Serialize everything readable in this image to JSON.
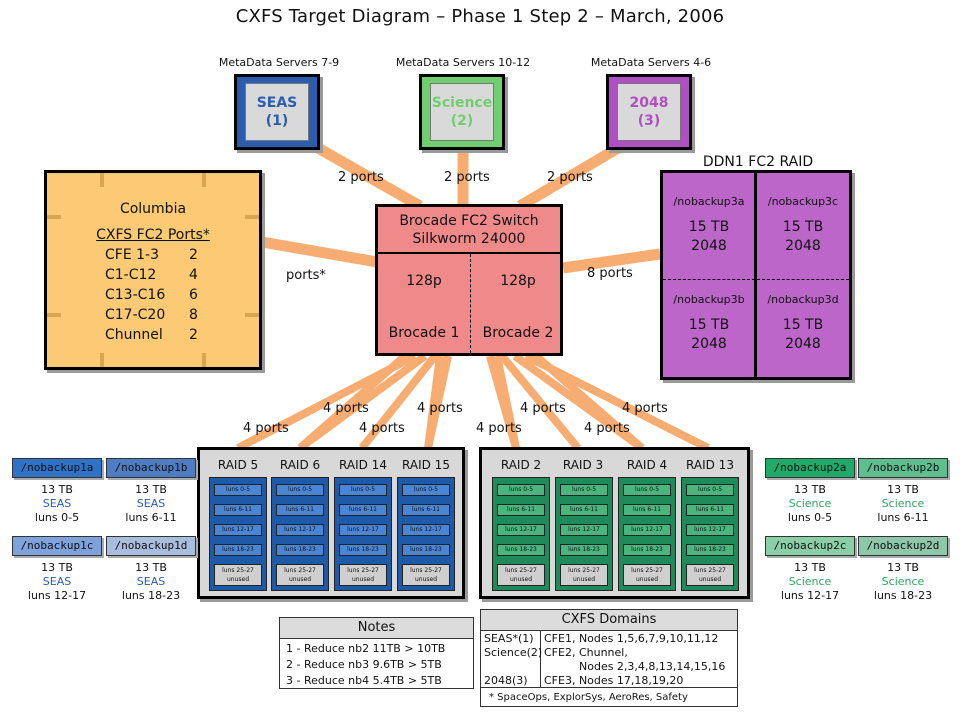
{
  "title": "CXFS Target Diagram – Phase 1 Step 2 – March, 2006",
  "metadata_servers": [
    {
      "label": "MetaData Servers 7-9",
      "name": "SEAS",
      "num": "(1)",
      "color": "#2a5db0"
    },
    {
      "label": "MetaData Servers 10-12",
      "name": "Science",
      "num": "(2)",
      "color": "#6fcf6f"
    },
    {
      "label": "MetaData Servers 4-6",
      "name": "2048",
      "num": "(3)",
      "color": "#b04fc4"
    }
  ],
  "link_labels": {
    "mds": [
      "2 ports",
      "2 ports",
      "2 ports"
    ],
    "columbia": "ports*",
    "ddn": "8 ports",
    "raid_lower": [
      "4 ports",
      "4 ports",
      "4 ports",
      "4 ports"
    ],
    "raid_upper": [
      "4 ports",
      "4 ports",
      "4 ports",
      "4 ports"
    ]
  },
  "columbia": {
    "title": "Columbia",
    "subtitle": "CXFS FC2 Ports*",
    "rows": [
      {
        "name": "CFE 1-3",
        "value": "2"
      },
      {
        "name": "C1-C12",
        "value": "4"
      },
      {
        "name": "C13-C16",
        "value": "6"
      },
      {
        "name": "C17-C20",
        "value": "8"
      },
      {
        "name": "Chunnel",
        "value": "2"
      }
    ]
  },
  "switch": {
    "title1": "Brocade FC2 Switch",
    "title2": "Silkworm 24000",
    "left_ports": "128p",
    "right_ports": "128p",
    "left_name": "Brocade 1",
    "right_name": "Brocade 2"
  },
  "ddn": {
    "title": "DDN1 FC2 RAID",
    "cells": [
      {
        "name": "/nobackup3a",
        "size": "15 TB",
        "domain": "2048"
      },
      {
        "name": "/nobackup3c",
        "size": "15 TB",
        "domain": "2048"
      },
      {
        "name": "/nobackup3b",
        "size": "15 TB",
        "domain": "2048"
      },
      {
        "name": "/nobackup3d",
        "size": "15 TB",
        "domain": "2048"
      }
    ]
  },
  "lun_labels": [
    "luns 0-5",
    "luns 6-11",
    "luns 12-17",
    "luns 18-23"
  ],
  "lun_last": {
    "line1": "luns 25-27",
    "line2": "unused"
  },
  "raid_groups": [
    {
      "heads": [
        "RAID 5",
        "RAID 6",
        "RAID 14",
        "RAID 15"
      ],
      "color": "#1e5aa8",
      "lun_color": "#4a86d6"
    },
    {
      "heads": [
        "RAID 2",
        "RAID 3",
        "RAID 4",
        "RAID 13"
      ],
      "color": "#1f8a5a",
      "lun_color": "#49b57f"
    }
  ],
  "nobackup_left": [
    {
      "name": "/nobackup1a",
      "size": "13 TB",
      "domain": "SEAS",
      "luns": "luns 0-5",
      "color": "#2f73c8"
    },
    {
      "name": "/nobackup1b",
      "size": "13 TB",
      "domain": "SEAS",
      "luns": "luns 6-11",
      "color": "#4f7dc4"
    },
    {
      "name": "/nobackup1c",
      "size": "13 TB",
      "domain": "SEAS",
      "luns": "luns 12-17",
      "color": "#7fa2dc"
    },
    {
      "name": "/nobackup1d",
      "size": "13 TB",
      "domain": "SEAS",
      "luns": "luns 18-23",
      "color": "#a9bedf"
    }
  ],
  "nobackup_right": [
    {
      "name": "/nobackup2a",
      "size": "13 TB",
      "domain": "Science",
      "luns": "luns 0-5",
      "color": "#1faa6a"
    },
    {
      "name": "/nobackup2b",
      "size": "13 TB",
      "domain": "Science",
      "luns": "luns 6-11",
      "color": "#5cbf8d"
    },
    {
      "name": "/nobackup2c",
      "size": "13 TB",
      "domain": "Science",
      "luns": "luns 12-17",
      "color": "#8bcfa8"
    },
    {
      "name": "/nobackup2d",
      "size": "13 TB",
      "domain": "Science",
      "luns": "luns 18-23",
      "color": "#8fc7aa"
    }
  ],
  "notes": {
    "title": "Notes",
    "lines": [
      "1 - Reduce nb2 11TB > 10TB",
      "2 - Reduce nb3 9.6TB > 5TB",
      "3 - Reduce nb4 5.4TB > 5TB"
    ]
  },
  "domains": {
    "title": "CXFS Domains",
    "rows": [
      {
        "key": "SEAS*(1)",
        "value": "CFE1, Nodes 1,5,6,7,9,10,11,12"
      },
      {
        "key": "Science(2)",
        "value": "CFE2, Chunnel,"
      },
      {
        "key": "",
        "value": "Nodes 2,3,4,8,13,14,15,16"
      },
      {
        "key": "2048(3)",
        "value": "CFE3, Nodes 17,18,19,20"
      }
    ],
    "footnote": "* SpaceOps, ExplorSys, AeroRes, Safety"
  },
  "colors": {
    "link": "#f7ad72",
    "columbia": "#fcc975",
    "switch": "#f08a8a",
    "ddn": "#bb66c8",
    "science_text": "#2fa45f",
    "seas_text": "#2a5db0"
  }
}
